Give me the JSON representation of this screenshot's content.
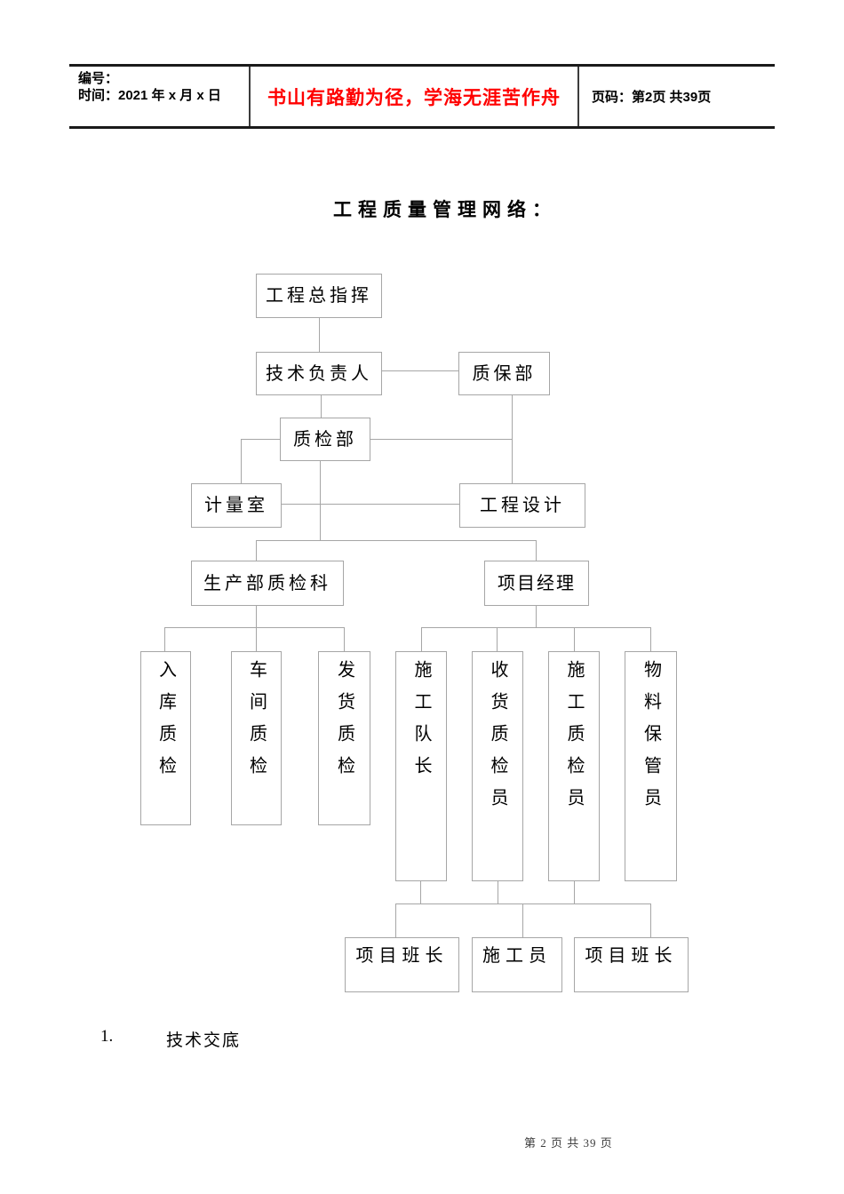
{
  "header": {
    "number_label": "编号：",
    "time_label": "时间：2021 年 x 月 x 日",
    "motto": "书山有路勤为径，学海无涯苦作舟",
    "page_label": "页码：第2页 共39页"
  },
  "title": "工程质量管理网络：",
  "colors": {
    "motto_red": "#ff0000",
    "chart_line_gray": "#a6a6a6",
    "header_rule_black": "#1a1a1a"
  },
  "org_chart": {
    "nodes": [
      {
        "id": "commander",
        "label": "工程总指挥"
      },
      {
        "id": "technical-director",
        "label": "技术负责人"
      },
      {
        "id": "qa-dept",
        "label": "质保部"
      },
      {
        "id": "qc-dept",
        "label": "质检部"
      },
      {
        "id": "measurement-room",
        "label": "计量室"
      },
      {
        "id": "engineering-design",
        "label": "工程设计"
      },
      {
        "id": "production-qc-section",
        "label": "生产部质检科"
      },
      {
        "id": "project-manager",
        "label": "项目经理"
      },
      {
        "id": "warehouse-qc",
        "label": "入库质检"
      },
      {
        "id": "workshop-qc",
        "label": "车间质检"
      },
      {
        "id": "shipping-qc",
        "label": "发货质检"
      },
      {
        "id": "construction-team-leader",
        "label": "施工队长"
      },
      {
        "id": "receiving-qc-inspector",
        "label": "收货质检员"
      },
      {
        "id": "construction-qc-inspector",
        "label": "施工质检员"
      },
      {
        "id": "material-custodian",
        "label": "物料保管员"
      },
      {
        "id": "project-foreman-1",
        "label": "项目班长"
      },
      {
        "id": "constructor",
        "label": "施工员"
      },
      {
        "id": "project-foreman-2",
        "label": "项目班长"
      }
    ]
  },
  "body": {
    "item_number": "1.",
    "item_text": "技术交底"
  },
  "footer": {
    "page_info": "第 2 页 共 39 页"
  }
}
